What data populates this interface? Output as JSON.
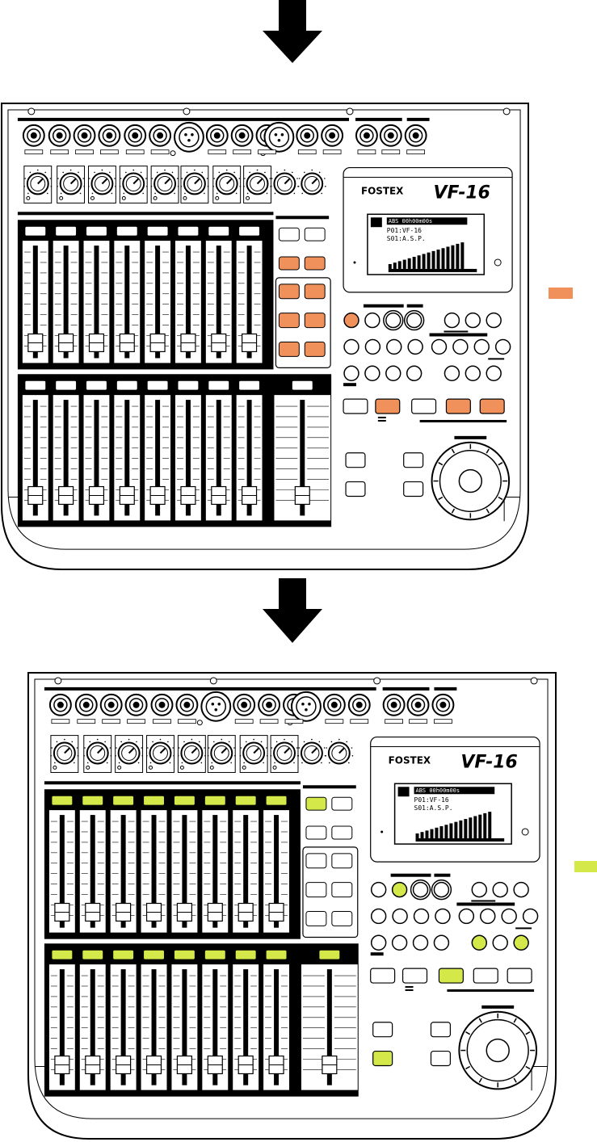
{
  "colors": {
    "highlight_orange": "#f0905a",
    "highlight_green": "#d4e84a",
    "ink": "#000000",
    "panel": "#ffffff"
  },
  "panels": [
    {
      "state": "before",
      "highlight": "orange",
      "display": {
        "brand": "FOSTEX",
        "model": "VF-16",
        "line1": "ABS  00h00m00s",
        "line2": "P01:VF-16",
        "line3": "S01:A.S.P."
      },
      "legend_swatch_color": "orange"
    },
    {
      "state": "after",
      "highlight": "green",
      "display": {
        "brand": "FOSTEX",
        "model": "VF-16",
        "line1": "ABS  00h00m00s",
        "line2": "P01:VF-16",
        "line3": "S01:A.S.P."
      },
      "legend_swatch_color": "green"
    }
  ]
}
